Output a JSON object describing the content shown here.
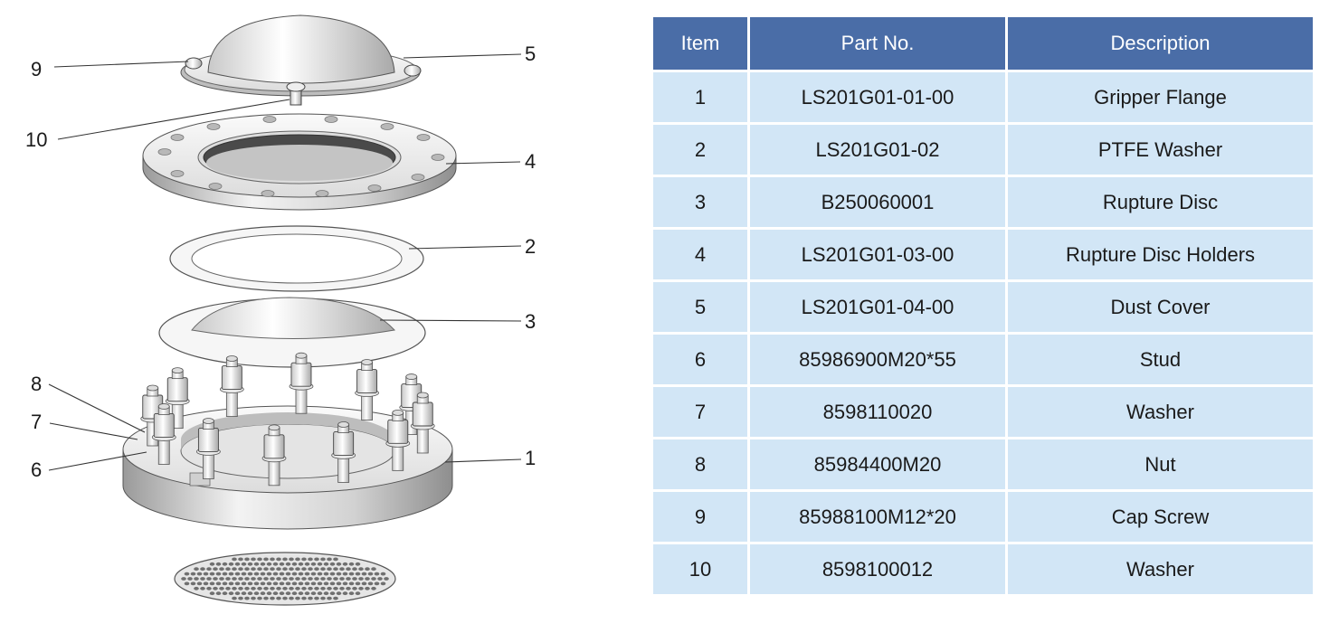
{
  "callouts": [
    {
      "id": "9",
      "text": "9"
    },
    {
      "id": "5",
      "text": "5"
    },
    {
      "id": "10",
      "text": "10"
    },
    {
      "id": "4",
      "text": "4"
    },
    {
      "id": "2",
      "text": "2"
    },
    {
      "id": "3",
      "text": "3"
    },
    {
      "id": "8",
      "text": "8"
    },
    {
      "id": "7",
      "text": "7"
    },
    {
      "id": "6",
      "text": "6"
    },
    {
      "id": "1",
      "text": "1"
    }
  ],
  "table": {
    "headers": {
      "item": "Item",
      "part_no": "Part No.",
      "description": "Description"
    },
    "rows": [
      {
        "item": "1",
        "part_no": "LS201G01-01-00",
        "description": "Gripper Flange"
      },
      {
        "item": "2",
        "part_no": "LS201G01-02",
        "description": "PTFE Washer"
      },
      {
        "item": "3",
        "part_no": "B250060001",
        "description": "Rupture Disc"
      },
      {
        "item": "4",
        "part_no": "LS201G01-03-00",
        "description": "Rupture Disc Holders"
      },
      {
        "item": "5",
        "part_no": "LS201G01-04-00",
        "description": "Dust Cover"
      },
      {
        "item": "6",
        "part_no": "85986900M20*55",
        "description": "Stud"
      },
      {
        "item": "7",
        "part_no": "8598110020",
        "description": "Washer"
      },
      {
        "item": "8",
        "part_no": "85984400M20",
        "description": "Nut"
      },
      {
        "item": "9",
        "part_no": "85988100M12*20",
        "description": "Cap Screw"
      },
      {
        "item": "10",
        "part_no": "8598100012",
        "description": "Washer"
      }
    ]
  },
  "colors": {
    "header_bg": "#4a6da7",
    "cell_bg": "#d2e6f6",
    "metal_light": "#f1f1f1",
    "metal_dark": "#9c9c9c"
  }
}
